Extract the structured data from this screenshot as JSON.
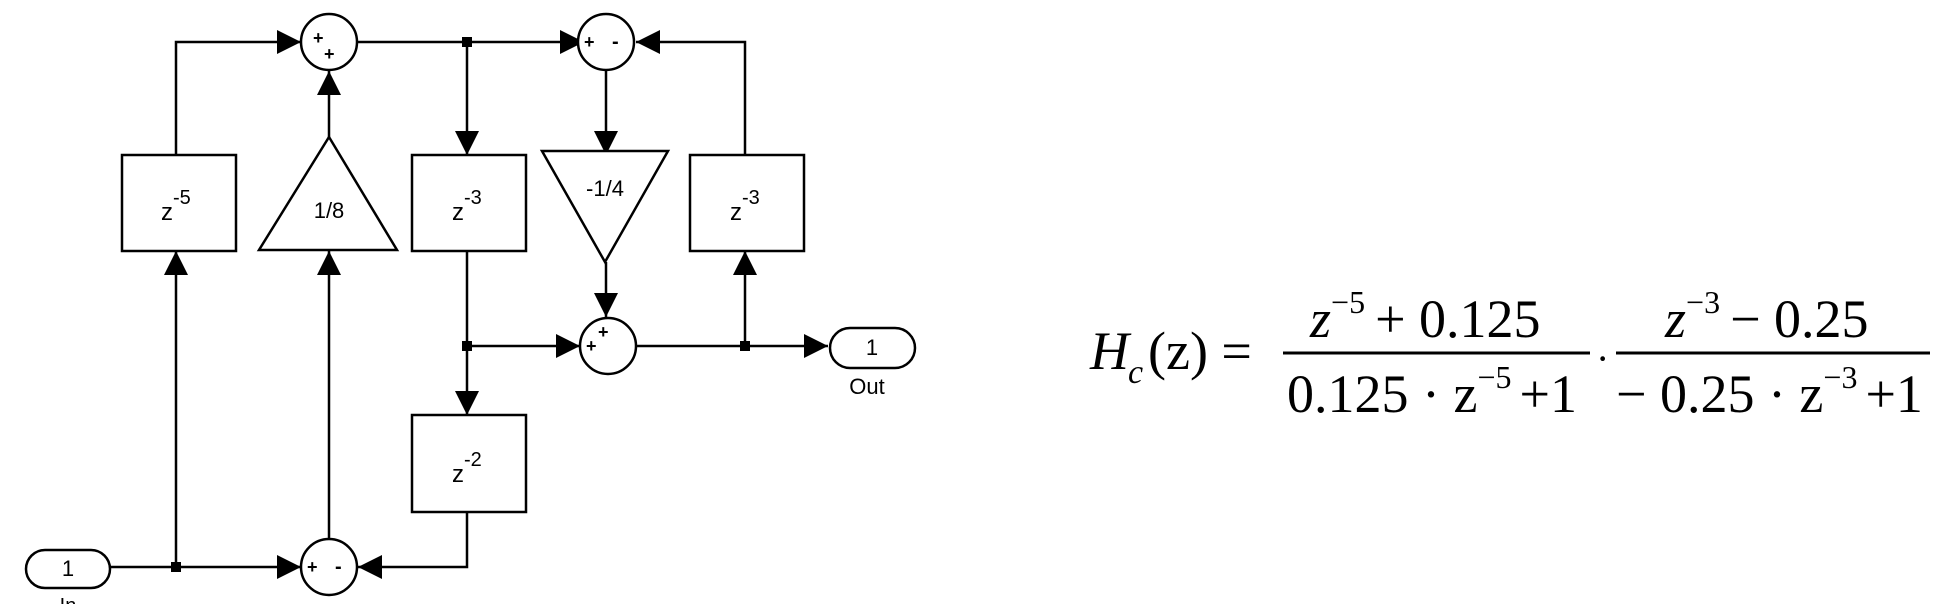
{
  "blocks": {
    "z5": {
      "base": "z",
      "exp": "-5"
    },
    "z3_left": {
      "base": "z",
      "exp": "-3"
    },
    "z3_right": {
      "base": "z",
      "exp": "-3"
    },
    "z2": {
      "base": "z",
      "exp": "-2"
    },
    "gain_up": "1/8",
    "gain_down": "-1/4"
  },
  "sums": {
    "top_left": [
      "+",
      "+"
    ],
    "top_right": [
      "+",
      "-"
    ],
    "middle": [
      "+",
      "+"
    ],
    "bottom": [
      "+",
      "-"
    ]
  },
  "ports": {
    "in": {
      "number": "1",
      "label": "In"
    },
    "out": {
      "number": "1",
      "label": "Out"
    }
  },
  "equation": {
    "lhs_H": "H",
    "lhs_sub": "c",
    "lhs_arg": "(z) =",
    "frac1_num": {
      "base": "z",
      "exp": "−5",
      "rest": "+ 0.125"
    },
    "frac1_den": {
      "coef": "0.125 · z",
      "exp": "−5",
      "rest": "+1"
    },
    "dot": "·",
    "frac2_num": {
      "base": "z",
      "exp": "−3",
      "rest": "− 0.25"
    },
    "frac2_den": {
      "coef": "− 0.25 · z",
      "exp": "−3",
      "rest": "+1"
    }
  }
}
